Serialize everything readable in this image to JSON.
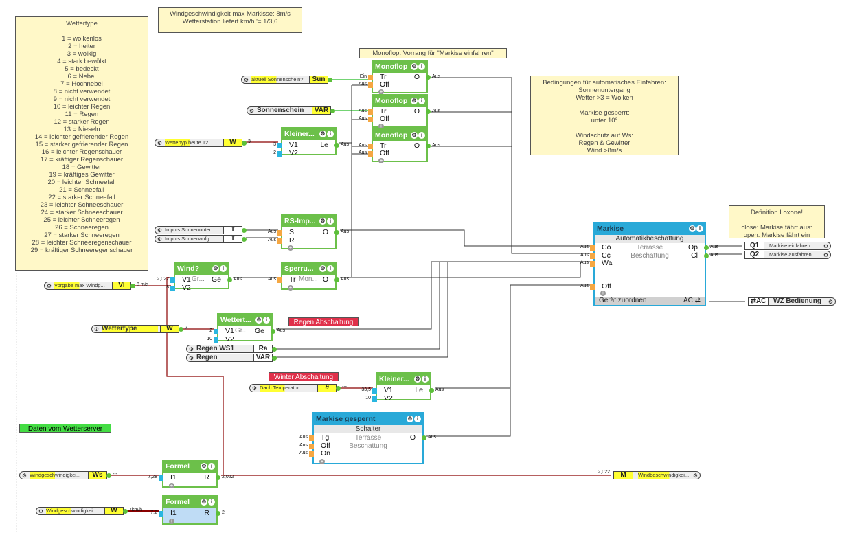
{
  "notes": [
    {
      "id": "wettertype",
      "lines": [
        "Wettertype",
        "",
        "1 = wolkenlos",
        "2 = heiter",
        "3 = wolkig",
        "4 = stark bewölkt",
        "5 = bedeckt",
        "6 = Nebel",
        "7 = Hochnebel",
        "8 = nicht verwendet",
        "9 = nicht verwendet",
        "10 = leichter Regen",
        "11 = Regen",
        "12 = starker Regen",
        "13 = Nieseln",
        "14 = leichter gefrierender Regen",
        "15 = starker gefrierender Regen",
        "16 = leichter Regenschauer",
        "17 = kräftiger Regenschauer",
        "18 = Gewitter",
        "19 = kräftiges Gewitter",
        "20 = leichter Schneefall",
        "21 = Schneefall",
        "22 = starker Schneefall",
        "23 = leichter Schneeschauer",
        "24 = starker Schneeschauer",
        "25 = leichter Schneeregen",
        "26 = Schneeregen",
        "27 = starker Schneeregen",
        "28 = leichter Schneeregenschauer",
        "29 = kräftiger Schneeregenschauer"
      ]
    },
    {
      "id": "wind",
      "lines": [
        "Windgeschwindigkeit max Markisse: 8m/s",
        "Wetterstation liefert km/h '= 1/3,6"
      ]
    },
    {
      "id": "monoflop",
      "lines": [
        "Monoflop: Vorrang für \"Markise einfahren\""
      ]
    },
    {
      "id": "bedingungen",
      "lines": [
        "Bedingungen für automatisches Einfahren:",
        "Sonnenuntergang",
        "Wetter >3 = Wolken",
        "",
        "Markise gesperrt:",
        "unter 10°",
        "",
        "Windschutz auf Ws:",
        "Regen & Gewitter",
        "Wind >8m/s"
      ]
    },
    {
      "id": "definition",
      "lines": [
        "Definition Loxone!",
        "",
        "close: Markise fährt aus:",
        "open: Markise fährt ein"
      ]
    }
  ],
  "tags": [
    {
      "id": "regen",
      "text": "Regen Abschaltung",
      "color": "#e0304a"
    },
    {
      "id": "winter",
      "text": "Winter Abschaltung",
      "color": "#e0304a"
    },
    {
      "id": "daten",
      "text": "Daten vom Wetterserver",
      "color": "#44dd44"
    }
  ],
  "blocks": [
    {
      "id": "mono1",
      "title": "Monoflop",
      "color": "green",
      "inputs": [
        {
          "name": "Tr",
          "value": "Ein",
          "port": "digital"
        },
        {
          "name": "Off",
          "value": "Aus",
          "port": "digital"
        }
      ],
      "outputs": [
        {
          "name": "O",
          "value": "Aus"
        }
      ],
      "plus": true
    },
    {
      "id": "mono2",
      "title": "Monoflop",
      "color": "green",
      "inputs": [
        {
          "name": "Tr",
          "value": "Aus",
          "port": "digital"
        },
        {
          "name": "Off",
          "value": "Aus",
          "port": "digital"
        }
      ],
      "outputs": [
        {
          "name": "O",
          "value": "Aus"
        }
      ],
      "plus": true
    },
    {
      "id": "mono3",
      "title": "Monoflop",
      "color": "green",
      "inputs": [
        {
          "name": "Tr",
          "value": "Aus",
          "port": "digital"
        },
        {
          "name": "Off",
          "value": "Aus",
          "port": "digital"
        }
      ],
      "outputs": [
        {
          "name": "O",
          "value": "Aus"
        }
      ],
      "plus": true
    },
    {
      "id": "kleiner1",
      "title": "Kleiner...",
      "color": "green",
      "inputs": [
        {
          "name": "V1",
          "value": "3",
          "port": "analog"
        },
        {
          "name": "V2",
          "value": "2",
          "port": "analog"
        }
      ],
      "outputs": [
        {
          "name": "Le",
          "value": "Aus"
        }
      ]
    },
    {
      "id": "rsimp",
      "title": "RS-Imp...",
      "color": "green",
      "inputs": [
        {
          "name": "S",
          "value": "Aus",
          "port": "digital"
        },
        {
          "name": "R",
          "value": "Aus",
          "port": "digital"
        }
      ],
      "outputs": [
        {
          "name": "O",
          "value": "Aus"
        }
      ],
      "plus": true
    },
    {
      "id": "windq",
      "title": "Wind?",
      "color": "green",
      "desc": [
        "Gr..."
      ],
      "inputs": [
        {
          "name": "V1",
          "value": "2,022",
          "port": "analog"
        },
        {
          "name": "V2",
          "value": "8",
          "port": "analog"
        }
      ],
      "outputs": [
        {
          "name": "Ge",
          "value": "Aus"
        }
      ]
    },
    {
      "id": "sperru",
      "title": "Sperru...",
      "color": "green",
      "desc": [
        "Mon..."
      ],
      "inputs": [
        {
          "name": "Tr",
          "value": "Aus",
          "port": "digital"
        }
      ],
      "outputs": [
        {
          "name": "O",
          "value": "Aus"
        }
      ],
      "plus": true
    },
    {
      "id": "wettert",
      "title": "Wettert...",
      "color": "green",
      "desc": [
        "Gr..."
      ],
      "inputs": [
        {
          "name": "V1",
          "value": "2",
          "port": "analog"
        },
        {
          "name": "V2",
          "value": "10",
          "port": "analog"
        }
      ],
      "outputs": [
        {
          "name": "Ge",
          "value": "Aus"
        }
      ]
    },
    {
      "id": "kleiner2",
      "title": "Kleiner...",
      "color": "green",
      "inputs": [
        {
          "name": "V1",
          "value": "33,5",
          "port": "analog"
        },
        {
          "name": "V2",
          "value": "10",
          "port": "analog"
        }
      ],
      "outputs": [
        {
          "name": "Le",
          "value": "Aus"
        }
      ]
    },
    {
      "id": "gesperrt",
      "title": "Markise gespernt",
      "color": "blue",
      "subtitle": "Schalter",
      "desc": [
        "Terrasse",
        "Beschattung"
      ],
      "inputs": [
        {
          "name": "Tg",
          "value": "Aus",
          "port": "digital"
        },
        {
          "name": "Off",
          "value": "Aus",
          "port": "digital"
        },
        {
          "name": "On",
          "value": "Aus",
          "port": "digital"
        }
      ],
      "outputs": [
        {
          "name": "O",
          "value": "Aus"
        }
      ],
      "plus": true
    },
    {
      "id": "markise",
      "title": "Markise",
      "color": "blue",
      "subtitle": "Automatikbeschattung",
      "desc": [
        "Terrasse",
        "Beschattung"
      ],
      "inputs": [
        {
          "name": "Co",
          "value": "Aus",
          "port": "digital"
        },
        {
          "name": "Cc",
          "value": "Aus",
          "port": "digital"
        },
        {
          "name": "Wa",
          "value": "Aus",
          "port": "digital"
        },
        {
          "name": "Off",
          "value": "Aus",
          "port": "digital"
        }
      ],
      "outputs": [
        {
          "name": "Op",
          "value": "Aus"
        },
        {
          "name": "Cl",
          "value": "Aus"
        }
      ],
      "plus": true,
      "footer": {
        "left": "Gerät zuordnen",
        "right": "AC ⇄"
      }
    },
    {
      "id": "formel1",
      "title": "Formel",
      "color": "green",
      "inputs": [
        {
          "name": "I1",
          "value": "7,28",
          "port": "analog"
        }
      ],
      "outputs": [
        {
          "name": "R",
          "value": "2,022"
        }
      ],
      "plus": true
    },
    {
      "id": "formel2",
      "title": "Formel",
      "color": "green",
      "inputs": [
        {
          "name": "I1",
          "value": "7,2",
          "port": "analog"
        }
      ],
      "outputs": [
        {
          "name": "R",
          "value": "2"
        }
      ],
      "plus": true,
      "selected": true
    }
  ],
  "io": [
    {
      "id": "sun",
      "label": "aktuell Sonnenschein?",
      "code": "Sun",
      "value": ""
    },
    {
      "id": "sonnenschein",
      "label": "Sonnenschein",
      "code": "VAR",
      "big": true
    },
    {
      "id": "wettertyp12",
      "label": "Wettertyp heute 12...",
      "code": "W",
      "value": "3"
    },
    {
      "id": "impunter",
      "label": "Impuls Sonnenunter...",
      "code": "T",
      "white": true
    },
    {
      "id": "impauf",
      "label": "Impuls Sonnenaufg...",
      "code": "T",
      "white": true
    },
    {
      "id": "vorgabe",
      "label": "Vorgabe max Windg...",
      "code": "VI",
      "value": "8 m/s"
    },
    {
      "id": "wettertype",
      "label": "Wettertype",
      "code": "W",
      "big": true,
      "value": "2"
    },
    {
      "id": "regenws1",
      "label": "Regen WS1",
      "code": "Ra",
      "big": true,
      "white": true
    },
    {
      "id": "regen",
      "label": "Regen",
      "code": "VAR",
      "big": true,
      "white": true
    },
    {
      "id": "dach",
      "label": "Dach Temperatur",
      "code": "ϑ",
      "value": "---"
    },
    {
      "id": "windws",
      "label": "Windgeschwindigkei...",
      "code": "Ws",
      "value": "---"
    },
    {
      "id": "windw",
      "label": "Windgeschwindigkei...",
      "code": "W",
      "value": "7km/h"
    },
    {
      "id": "q1",
      "label": "Markise einfahren",
      "code": "Q1",
      "output": true,
      "white": true
    },
    {
      "id": "q2",
      "label": "Markise ausfahren",
      "code": "Q2",
      "output": true,
      "white": true
    },
    {
      "id": "ac",
      "label": "WZ Bedienung",
      "code": "⇄AC",
      "output": true,
      "white": true,
      "big": true
    },
    {
      "id": "mout",
      "label": "Windbeschwindigkei...",
      "code": "M",
      "output": true,
      "value": "2,022"
    }
  ],
  "colors": {
    "block_green": "#6cc04a",
    "block_blue": "#29a9d8",
    "note": "#fff8c8",
    "analog_wire": "#8b0000",
    "digital_wire": "#333333",
    "active_wire": "#22bb22"
  },
  "icons": {
    "settings": "gear-icon",
    "info": "info-icon"
  }
}
